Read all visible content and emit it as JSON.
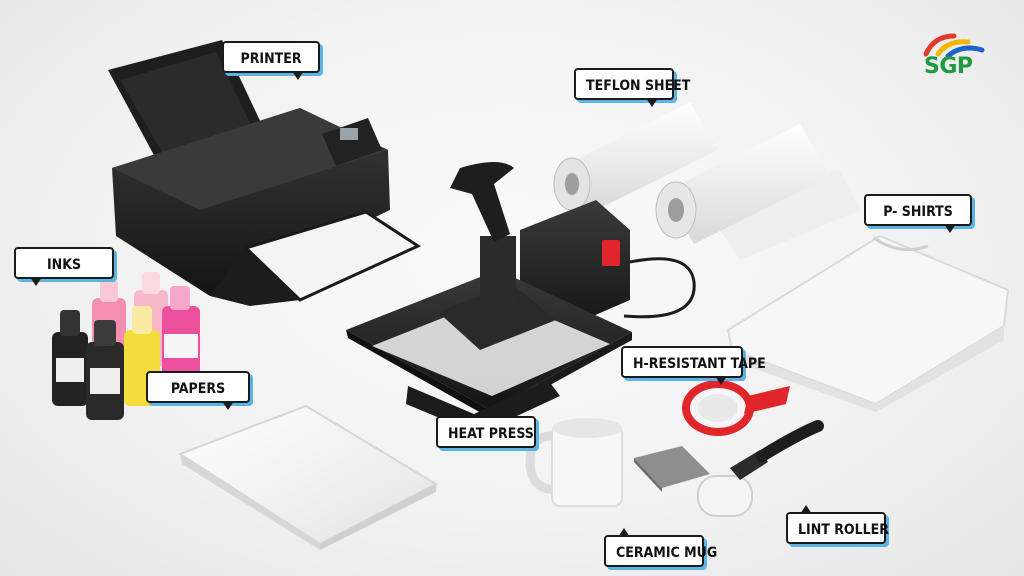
{
  "labels": {
    "printer": "PRINTER",
    "teflon_sheet": "TEFLON SHEET",
    "p_shirts": "P- SHIRTS",
    "inks": "INKS",
    "papers": "PAPERS",
    "heat_resistant_tape": "H-RESISTANT TAPE",
    "heat_press": "HEAT PRESS",
    "lint_roller": "LINT ROLLER",
    "ceramic_mug": "CERAMIC MUG"
  },
  "logo": {
    "text": "SGP"
  },
  "colors": {
    "label_border": "#1b1b1b",
    "label_shadow": "#5ab4e6",
    "logo_green": "#1f9a3e",
    "logo_red": "#e23b2e",
    "logo_yellow": "#f2b705",
    "logo_blue": "#1e63c6",
    "tape_red": "#e0262a"
  }
}
